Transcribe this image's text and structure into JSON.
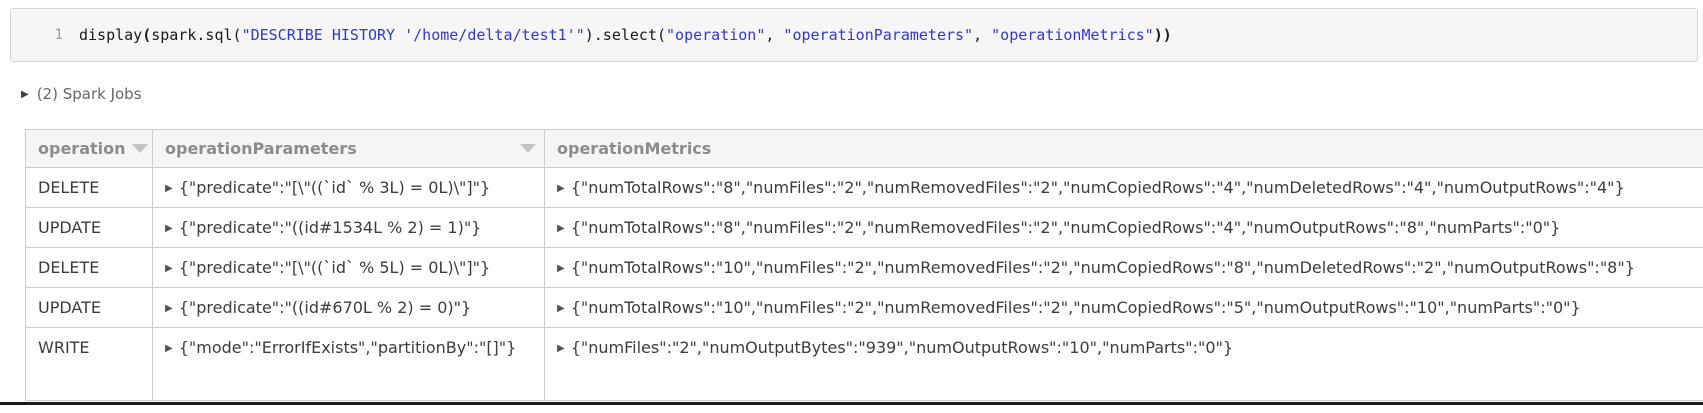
{
  "code_cell": {
    "line_number": "1",
    "tokens": [
      {
        "text": "display",
        "type": "plain"
      },
      {
        "text": "(",
        "type": "bracket"
      },
      {
        "text": "spark.sql(",
        "type": "plain"
      },
      {
        "text": "\"DESCRIBE HISTORY '/home/delta/test1'\"",
        "type": "string"
      },
      {
        "text": ").select(",
        "type": "plain"
      },
      {
        "text": "\"operation\"",
        "type": "string"
      },
      {
        "text": ", ",
        "type": "plain"
      },
      {
        "text": "\"operationParameters\"",
        "type": "string"
      },
      {
        "text": ", ",
        "type": "plain"
      },
      {
        "text": "\"operationMetrics\"",
        "type": "string"
      },
      {
        "text": "))",
        "type": "bracket"
      }
    ]
  },
  "spark_jobs": {
    "caret": "▶",
    "label": "(2) Spark Jobs"
  },
  "table": {
    "expand_caret": "▶",
    "columns": [
      {
        "label": "operation",
        "has_sort_icon": true
      },
      {
        "label": "operationParameters",
        "has_sort_icon": true
      },
      {
        "label": "operationMetrics",
        "has_sort_icon": false
      }
    ],
    "rows": [
      {
        "operation": "DELETE",
        "operationParameters": "{\"predicate\":\"[\\\"((`id` % 3L) = 0L)\\\"]\"}",
        "operationMetrics": "{\"numTotalRows\":\"8\",\"numFiles\":\"2\",\"numRemovedFiles\":\"2\",\"numCopiedRows\":\"4\",\"numDeletedRows\":\"4\",\"numOutputRows\":\"4\"}"
      },
      {
        "operation": "UPDATE",
        "operationParameters": "{\"predicate\":\"((id#1534L % 2) = 1)\"}",
        "operationMetrics": "{\"numTotalRows\":\"8\",\"numFiles\":\"2\",\"numRemovedFiles\":\"2\",\"numCopiedRows\":\"4\",\"numOutputRows\":\"8\",\"numParts\":\"0\"}"
      },
      {
        "operation": "DELETE",
        "operationParameters": "{\"predicate\":\"[\\\"((`id` % 5L) = 0L)\\\"]\"}",
        "operationMetrics": "{\"numTotalRows\":\"10\",\"numFiles\":\"2\",\"numRemovedFiles\":\"2\",\"numCopiedRows\":\"8\",\"numDeletedRows\":\"2\",\"numOutputRows\":\"8\"}"
      },
      {
        "operation": "UPDATE",
        "operationParameters": "{\"predicate\":\"((id#670L % 2) = 0)\"}",
        "operationMetrics": "{\"numTotalRows\":\"10\",\"numFiles\":\"2\",\"numRemovedFiles\":\"2\",\"numCopiedRows\":\"5\",\"numOutputRows\":\"10\",\"numParts\":\"0\"}"
      },
      {
        "operation": "WRITE",
        "operationParameters": "{\"mode\":\"ErrorIfExists\",\"partitionBy\":\"[]\"}",
        "operationMetrics": "{\"numFiles\":\"2\",\"numOutputBytes\":\"939\",\"numOutputRows\":\"10\",\"numParts\":\"0\"}"
      }
    ]
  },
  "colors": {
    "string_token": "#3038d8",
    "header_text": "#8c8c8c",
    "header_bg": "#f5f5f5",
    "cell_text": "#3c3c3c",
    "border": "#cccccc",
    "code_bg": "#f6f6f6",
    "code_border": "#d4d4d4",
    "sort_icon": "#c4c4c4",
    "divider": "#1a1a1a"
  }
}
